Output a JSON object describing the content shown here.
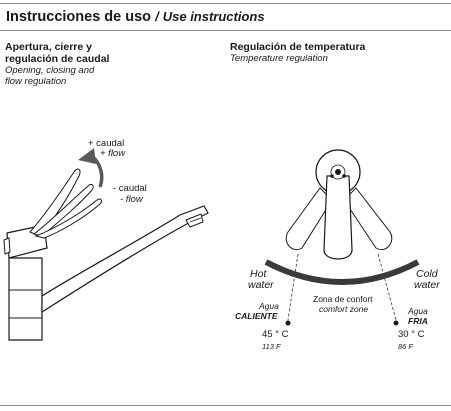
{
  "header": {
    "title": "Instrucciones de uso",
    "separator": "/",
    "subtitle": "Use instructions"
  },
  "left": {
    "heading_line1": "Apertura, cierre y",
    "heading_line2": "regulación de caudal",
    "subheading_line1": "Opening, closing and",
    "subheading_line2": "flow regulation",
    "plus_es": "+ caudal",
    "plus_en": "+ flow",
    "minus_es": "- caudal",
    "minus_en": "- flow"
  },
  "right": {
    "heading": "Regulación de temperatura",
    "subheading": "Temperature regulation",
    "hot_line1": "Hot",
    "hot_line2": "water",
    "cold_line1": "Cold",
    "cold_line2": "water",
    "comfort_es": "Zona de confort",
    "comfort_en": "comfort zone",
    "hot_agua": "Agua",
    "hot_name": "CALIENTE",
    "hot_temp_c": "45 ° C",
    "hot_temp_f": "113 F",
    "cold_agua": "Agua",
    "cold_name": "FRIA",
    "cold_temp_c": "30 ° C",
    "cold_temp_f": "86 F"
  },
  "colors": {
    "rule": "#8a8a8a",
    "ink": "#1a1a1a",
    "arrow": "#5a5a5a",
    "arc": "#3a3a3a"
  }
}
